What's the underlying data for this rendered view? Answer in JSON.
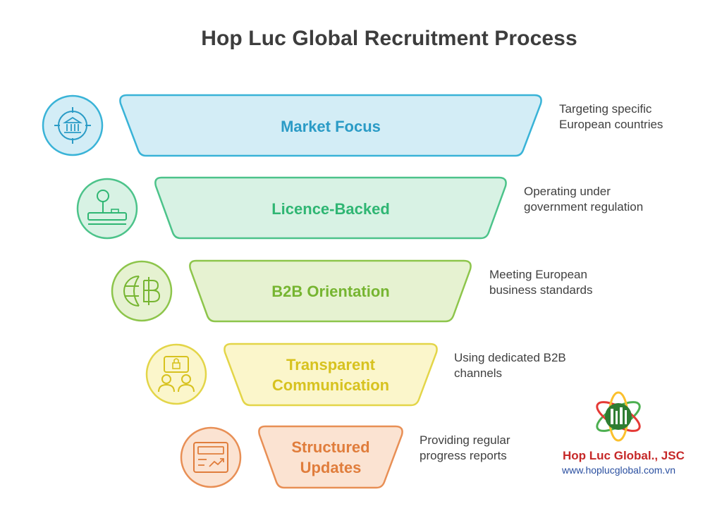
{
  "title": "Hop Luc Global Recruitment Process",
  "stages": [
    {
      "label_lines": [
        "Market Focus"
      ],
      "description_lines": [
        "Targeting specific",
        "European countries"
      ],
      "icon": "bank-target-icon",
      "colors": {
        "fill": "#d3edf6",
        "stroke": "#39b3d7",
        "text": "#2a9bc6"
      }
    },
    {
      "label_lines": [
        "Licence-Backed"
      ],
      "description_lines": [
        "Operating under",
        "government regulation"
      ],
      "icon": "official-stamp-icon",
      "colors": {
        "fill": "#d8f2e4",
        "stroke": "#4cc38a",
        "text": "#2fb673"
      }
    },
    {
      "label_lines": [
        "B2B Orientation"
      ],
      "description_lines": [
        "Meeting European",
        "business standards"
      ],
      "icon": "globe-baht-icon",
      "colors": {
        "fill": "#e6f2d1",
        "stroke": "#8dc54b",
        "text": "#76b531"
      }
    },
    {
      "label_lines": [
        "Transparent",
        "Communication"
      ],
      "description_lines": [
        "Using dedicated B2B",
        "channels"
      ],
      "icon": "secure-users-icon",
      "colors": {
        "fill": "#fbf6cb",
        "stroke": "#e3d548",
        "text": "#d7c21f"
      }
    },
    {
      "label_lines": [
        "Structured",
        "Updates"
      ],
      "description_lines": [
        "Providing regular",
        "progress reports"
      ],
      "icon": "report-chart-icon",
      "colors": {
        "fill": "#fbe3d2",
        "stroke": "#e88f55",
        "text": "#e07d3c"
      }
    }
  ],
  "brand": {
    "name": "Hop Luc Global., JSC",
    "url": "www.hoplucglobal.com.vn",
    "colors": {
      "name": "#c62828",
      "url": "#2a4fa0"
    }
  }
}
